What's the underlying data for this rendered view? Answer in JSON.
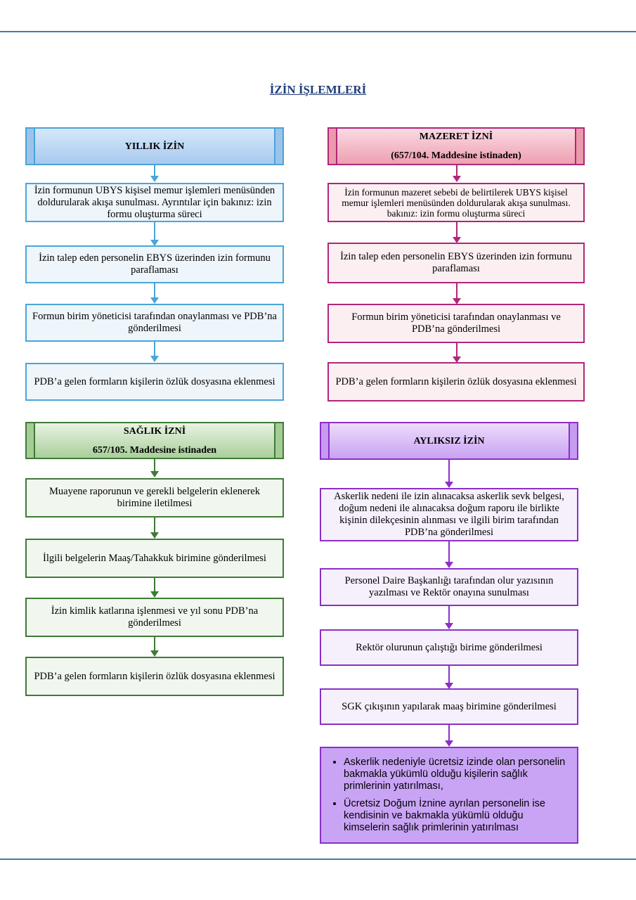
{
  "title": "İZİN İŞLEMLERİ",
  "colors": {
    "blue": "#49a6d8",
    "pink": "#b0267a",
    "green": "#3f7a37",
    "purple": "#8b2fc9",
    "rule": "#3c7fa6"
  },
  "yillik": {
    "header": "YILLIK İZİN",
    "steps": [
      "İzin formunun UBYS kişisel memur işlemleri menüsünden doldurularak akışa sunulması. Ayrıntılar için bakınız: izin formu oluşturma süreci",
      "İzin talep eden personelin EBYS üzerinden izin formunu paraflaması",
      "Formun birim yöneticisi tarafından onaylanması ve PDB’na gönderilmesi",
      "PDB’a gelen formların kişilerin özlük dosyasına eklenmesi"
    ]
  },
  "mazeret": {
    "header": "MAZERET İZNİ",
    "subheader": "(657/104. Maddesine istinaden)",
    "steps": [
      "İzin formunun mazeret sebebi de belirtilerek UBYS kişisel memur işlemleri menüsünden doldurularak akışa sunulması. bakınız: izin formu oluşturma süreci",
      "İzin talep eden personelin EBYS üzerinden izin formunu paraflaması",
      "Formun birim yöneticisi tarafından onaylanması ve PDB’na gönderilmesi",
      "PDB’a gelen formların kişilerin özlük dosyasına eklenmesi"
    ]
  },
  "saglik": {
    "header": "SAĞLIK İZNİ",
    "subheader": "657/105. Maddesine istinaden",
    "steps": [
      "Muayene raporunun ve gerekli belgelerin eklenerek birimine iletilmesi",
      "İlgili belgelerin Maaş/Tahakkuk birimine gönderilmesi",
      "İzin kimlik katlarına işlenmesi ve yıl sonu PDB’na gönderilmesi",
      "PDB’a gelen formların kişilerin özlük dosyasına eklenmesi"
    ]
  },
  "ayliksiz": {
    "header": "AYLIKSIZ İZİN",
    "steps": [
      "Askerlik nedeni ile izin alınacaksa askerlik sevk belgesi, doğum nedeni ile alınacaksa doğum raporu ile birlikte kişinin dilekçesinin alınması ve ilgili birim tarafından PDB’na gönderilmesi",
      "Personel Daire Başkanlığı tarafından olur yazısının yazılması ve Rektör onayına sunulması",
      "Rektör olurunun çalıştığı birime gönderilmesi",
      "SGK çıkışının yapılarak maaş birimine gönderilmesi"
    ],
    "final_bullets": [
      "Askerlik nedeniyle ücretsiz izinde olan personelin bakmakla yükümlü olduğu kişilerin sağlık primlerinin yatırılması,",
      "Ücretsiz Doğum İznine ayrılan personelin ise kendisinin ve bakmakla yükümlü olduğu kimselerin sağlık primlerinin yatırılması"
    ]
  }
}
